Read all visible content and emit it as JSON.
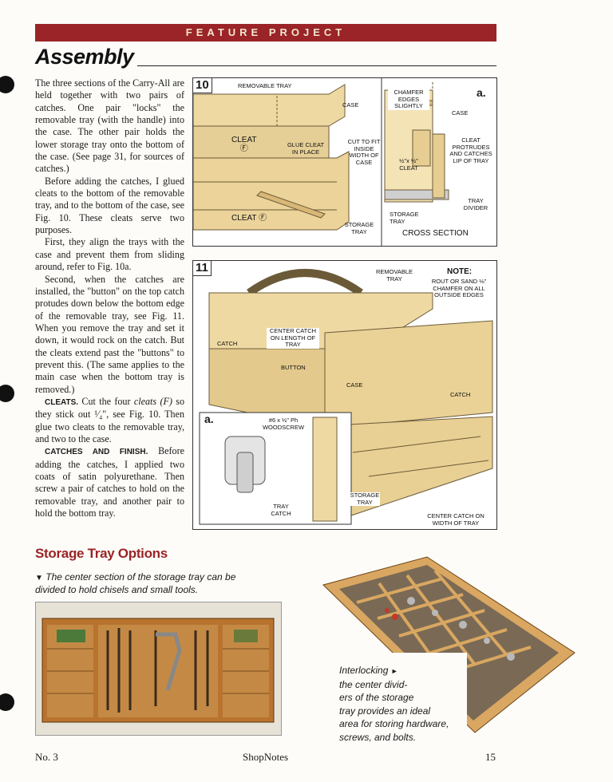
{
  "banner": {
    "label": "FEATURE PROJECT"
  },
  "heading": {
    "title": "Assembly"
  },
  "article": {
    "p1": "The three sections of the Carry-All are held together with two pairs of catches. One pair \"locks\" the removable tray (with the handle) into the case. The other pair holds the lower storage tray onto the bottom of the case. (See page 31, for sources of catches.)",
    "p2": "Before adding the catches, I glued cleats to the bottom of the removable tray, and to the bottom of the case, see Fig. 10. These cleats serve two purposes.",
    "p3": "First, they align the trays with the case and prevent them from sliding around, refer to Fig. 10a.",
    "p4": "Second, when the catches are installed, the \"button\" on the top catch protudes down below the bottom edge of the removable tray, see Fig. 11. When you remove the tray and set it down, it would rock on the catch. But the cleats extend past the \"buttons\" to prevent this. (The same applies to the main case when the bottom tray is removed.)",
    "p5_head": "CLEATS.",
    "p5_a": " Cut the four ",
    "p5_em": "cleats (F)",
    "p5_b": " so they stick out ¹⁄₄\", see Fig. 10. Then glue two cleats to the removable tray, and two to the case.",
    "p6_head": "CATCHES AND FINISH.",
    "p6": " Before adding the catches, I applied two coats of satin polyurethane. Then screw a pair of catches to hold on the removable tray, and another pair to hold the bottom tray."
  },
  "fig10": {
    "number": "10",
    "removable_tray": "REMOVABLE TRAY",
    "case": "CASE",
    "cleat_f_1": "CLEAT",
    "cleat_f_1b": "Ⓕ",
    "glue_cleat": "GLUE CLEAT IN PLACE",
    "cut_to_fit": "CUT TO FIT INSIDE WIDTH OF CASE",
    "cleat_f_2": "CLEAT Ⓕ",
    "storage_tray": "STORAGE TRAY",
    "detail_label": "a.",
    "chamfer": "CHAMFER EDGES SLIGHTLY",
    "detail_case": "CASE",
    "cleat_size": "½\"x ½\" CLEAT",
    "cleat_protrudes": "CLEAT PROTRUDES AND CATCHES LIP OF TRAY",
    "tray_divider": "TRAY DIVIDER",
    "detail_storage": "STORAGE TRAY",
    "cross_section": "CROSS SECTION"
  },
  "fig11": {
    "number": "11",
    "removable_tray": "REMOVABLE TRAY",
    "note_title": "NOTE:",
    "note_body": "ROUT OR SAND ⅛\" CHAMFER ON ALL OUTSIDE EDGES",
    "center_catch": "CENTER CATCH ON LENGTH OF TRAY",
    "catch_left": "CATCH",
    "button": "BUTTON",
    "case": "CASE",
    "catch_right": "CATCH",
    "detail_label": "a.",
    "screw": "#6 x ½\" Ph WOODSCREW",
    "tray_catch": "TRAY CATCH",
    "storage_tray": "STORAGE TRAY",
    "center_catch_width": "CENTER CATCH ON WIDTH OF TRAY"
  },
  "storage_options": {
    "title": "Storage Tray Options",
    "caption_marker": "▼",
    "caption_left": "The center section of the storage tray can be divided to hold chisels and small tools.",
    "caption_right_l1": "Interlocking",
    "caption_right_marker": "►",
    "caption_right_rest": [
      "the center divid-",
      "ers of the storage",
      "tray provides an ideal",
      "area for storing hardware,",
      "screws, and bolts."
    ]
  },
  "footer": {
    "issue": "No. 3",
    "magazine": "ShopNotes",
    "page": "15"
  },
  "colors": {
    "accent": "#9a2427",
    "wood": "#e9d39a"
  }
}
